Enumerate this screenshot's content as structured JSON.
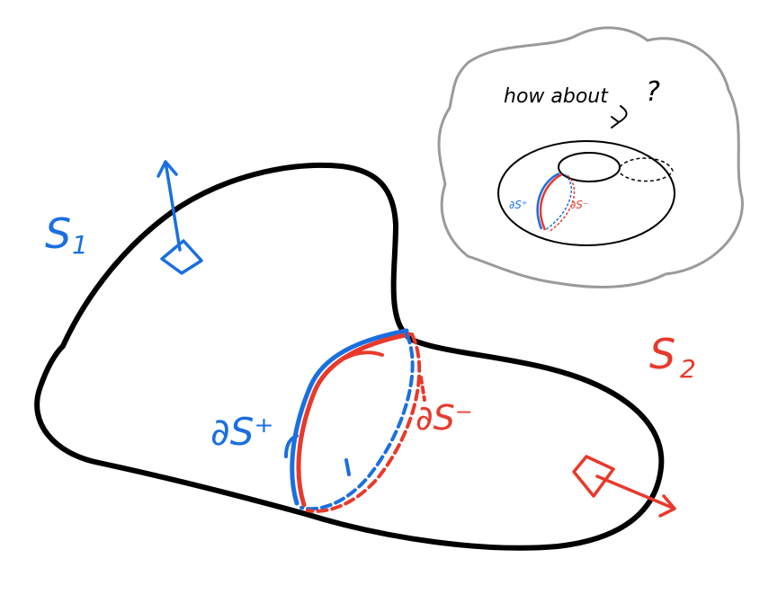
{
  "labels": {
    "s1": "S",
    "s1_sub": "1",
    "s2": "S",
    "s2_sub": "2",
    "ds_plus_main": "∂S⁺",
    "ds_minus_main": "∂S⁻",
    "bubble_question": "how about",
    "bubble_mark": "?",
    "ds_plus_torus": "∂S⁺",
    "ds_minus_torus": "∂S⁻"
  },
  "colors": {
    "outline": "#000000",
    "blue": "#1a6fe0",
    "red": "#e8392b",
    "bubble": "#9a9a9a"
  }
}
